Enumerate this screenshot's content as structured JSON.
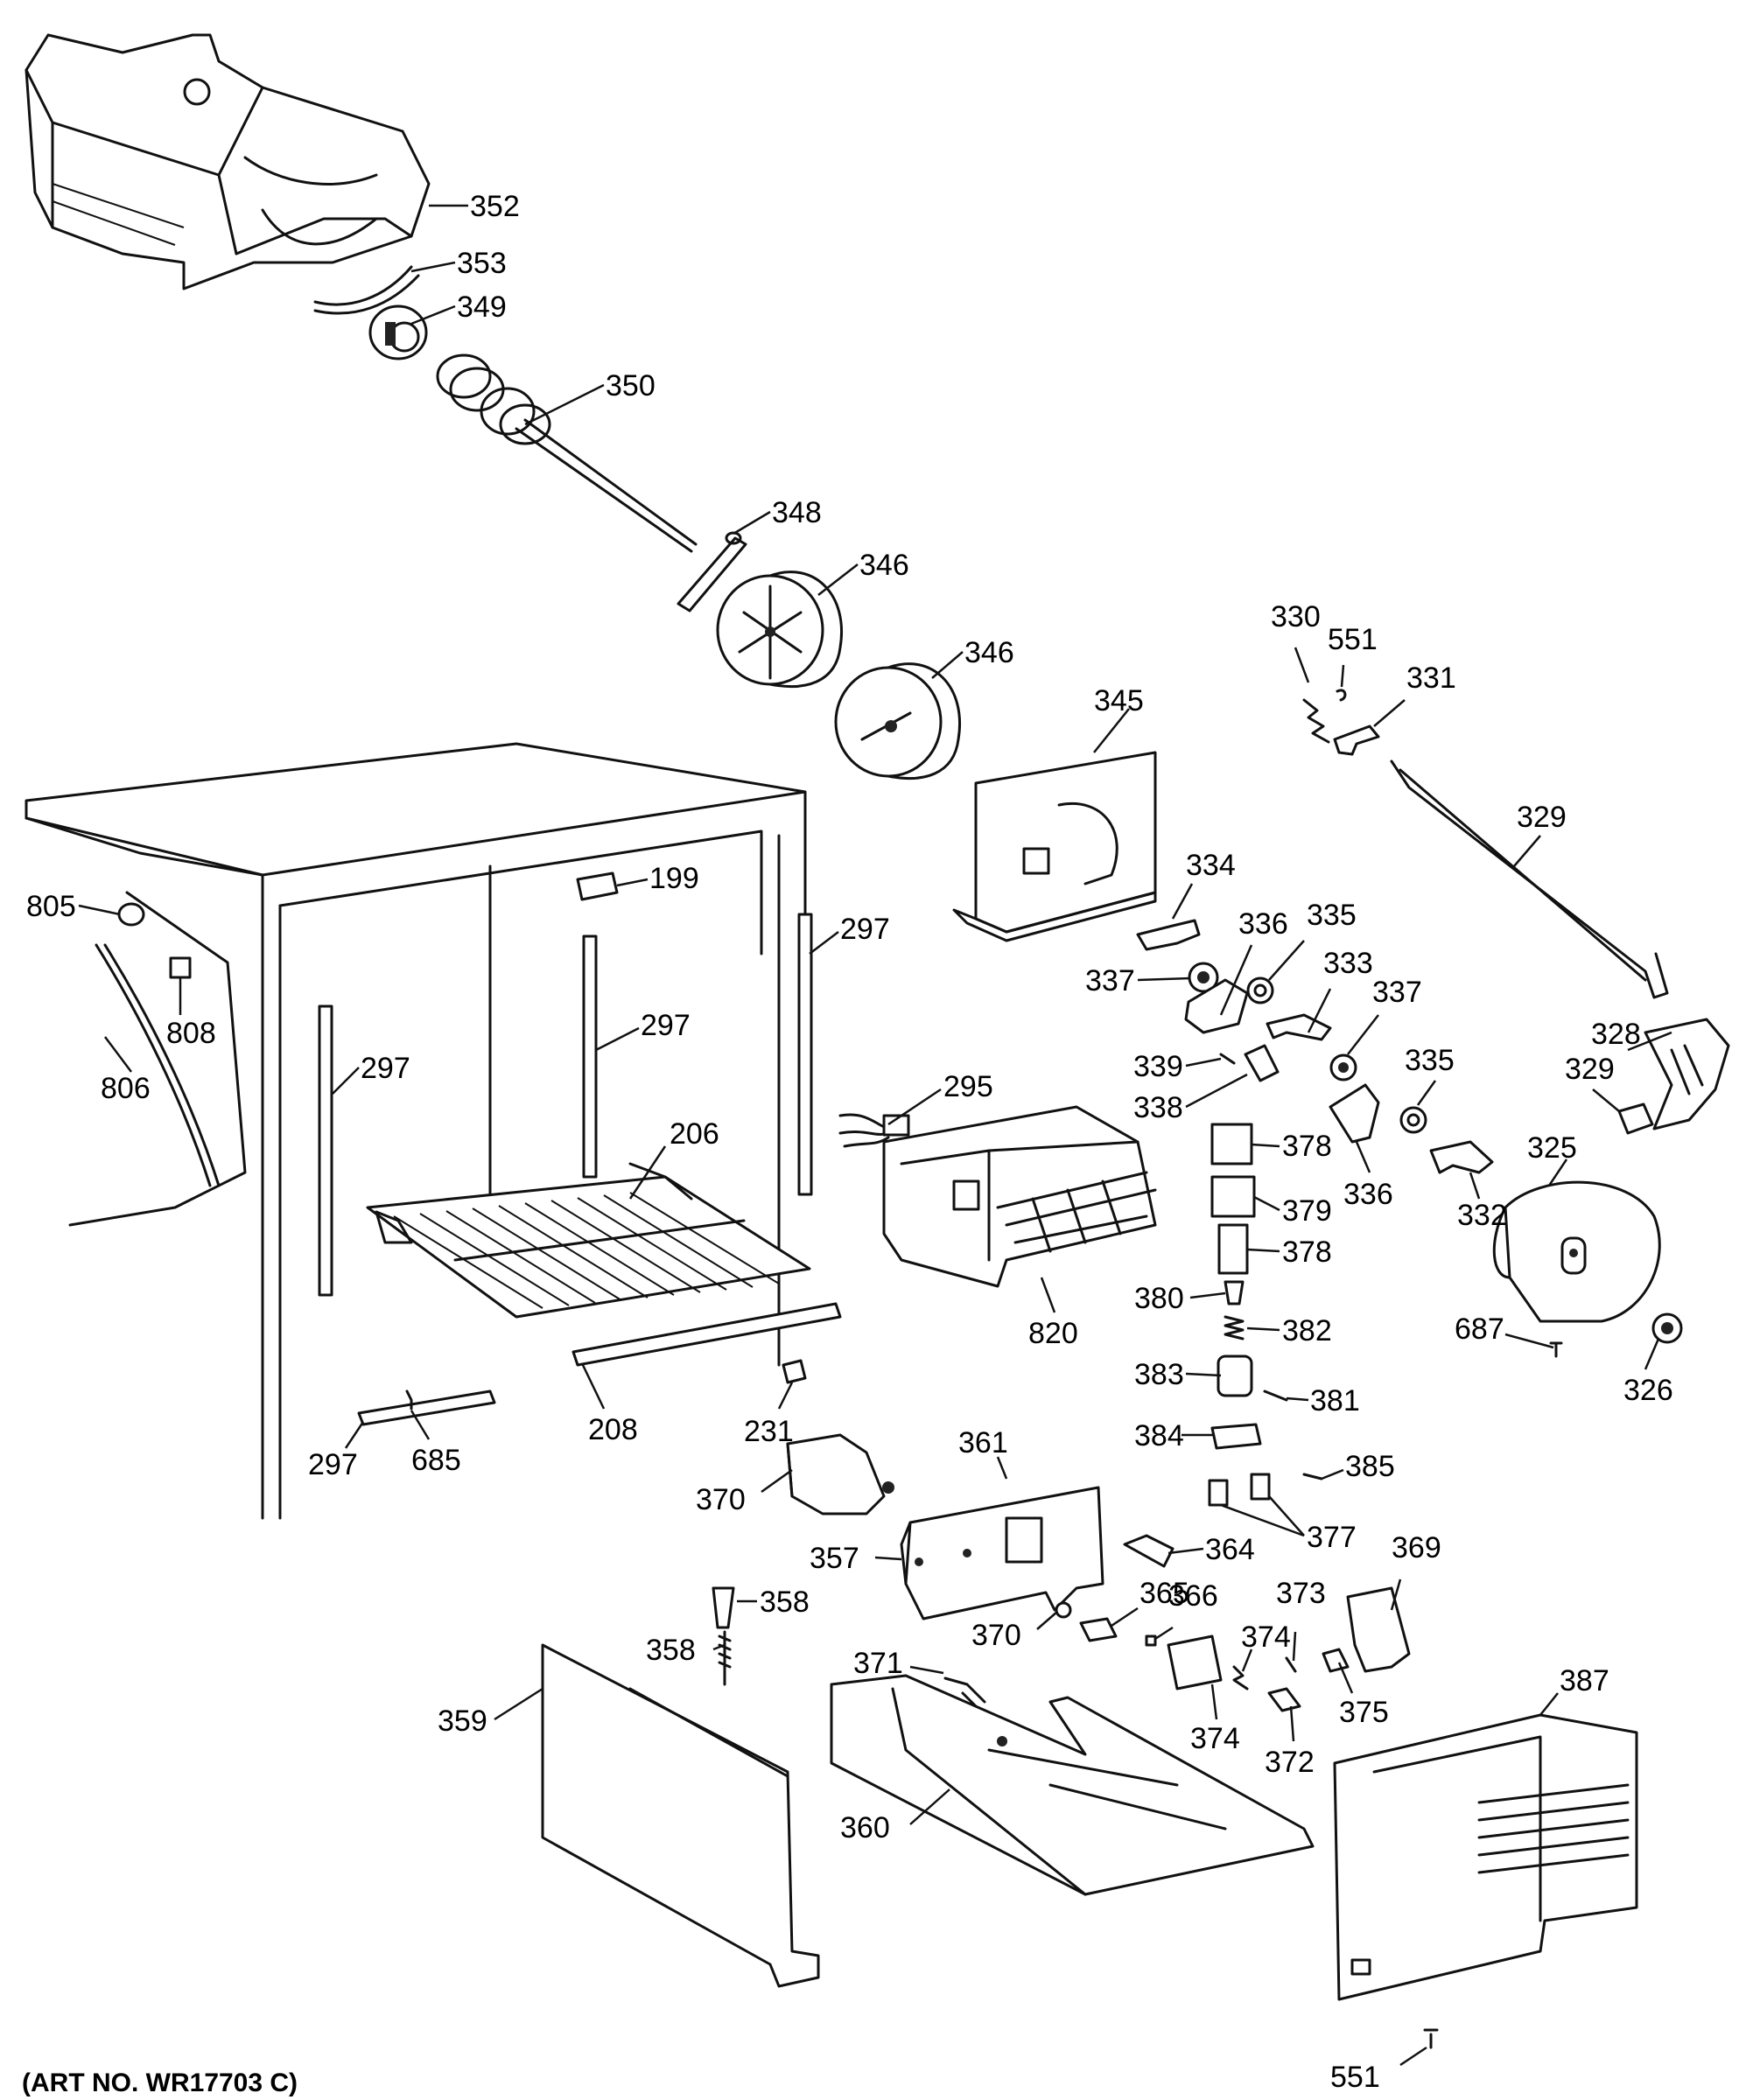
{
  "art_number": "(ART NO. WR17703 C)",
  "callouts": [
    {
      "id": "352",
      "label": "352"
    },
    {
      "id": "353",
      "label": "353"
    },
    {
      "id": "349",
      "label": "349"
    },
    {
      "id": "350",
      "label": "350"
    },
    {
      "id": "348",
      "label": "348"
    },
    {
      "id": "346a",
      "label": "346"
    },
    {
      "id": "346b",
      "label": "346"
    },
    {
      "id": "345",
      "label": "345"
    },
    {
      "id": "330",
      "label": "330"
    },
    {
      "id": "551a",
      "label": "551"
    },
    {
      "id": "331",
      "label": "331"
    },
    {
      "id": "329a",
      "label": "329"
    },
    {
      "id": "334",
      "label": "334"
    },
    {
      "id": "336a",
      "label": "336"
    },
    {
      "id": "335a",
      "label": "335"
    },
    {
      "id": "337a",
      "label": "337"
    },
    {
      "id": "333",
      "label": "333"
    },
    {
      "id": "337b",
      "label": "337"
    },
    {
      "id": "328",
      "label": "328"
    },
    {
      "id": "339",
      "label": "339"
    },
    {
      "id": "338",
      "label": "338"
    },
    {
      "id": "335b",
      "label": "335"
    },
    {
      "id": "329b",
      "label": "329"
    },
    {
      "id": "378a",
      "label": "378"
    },
    {
      "id": "336b",
      "label": "336"
    },
    {
      "id": "332",
      "label": "332"
    },
    {
      "id": "325",
      "label": "325"
    },
    {
      "id": "379",
      "label": "379"
    },
    {
      "id": "378b",
      "label": "378"
    },
    {
      "id": "380",
      "label": "380"
    },
    {
      "id": "382",
      "label": "382"
    },
    {
      "id": "687",
      "label": "687"
    },
    {
      "id": "326",
      "label": "326"
    },
    {
      "id": "383",
      "label": "383"
    },
    {
      "id": "381",
      "label": "381"
    },
    {
      "id": "384",
      "label": "384"
    },
    {
      "id": "385",
      "label": "385"
    },
    {
      "id": "377",
      "label": "377"
    },
    {
      "id": "369",
      "label": "369"
    },
    {
      "id": "364",
      "label": "364"
    },
    {
      "id": "365",
      "label": "365"
    },
    {
      "id": "366",
      "label": "366"
    },
    {
      "id": "373",
      "label": "373"
    },
    {
      "id": "374a",
      "label": "374"
    },
    {
      "id": "375",
      "label": "375"
    },
    {
      "id": "374b",
      "label": "374"
    },
    {
      "id": "372",
      "label": "372"
    },
    {
      "id": "387",
      "label": "387"
    },
    {
      "id": "551b",
      "label": "551"
    },
    {
      "id": "199",
      "label": "199"
    },
    {
      "id": "297a",
      "label": "297"
    },
    {
      "id": "805",
      "label": "805"
    },
    {
      "id": "808",
      "label": "808"
    },
    {
      "id": "806",
      "label": "806"
    },
    {
      "id": "297b",
      "label": "297"
    },
    {
      "id": "297c",
      "label": "297"
    },
    {
      "id": "295",
      "label": "295"
    },
    {
      "id": "206",
      "label": "206"
    },
    {
      "id": "820",
      "label": "820"
    },
    {
      "id": "297d",
      "label": "297"
    },
    {
      "id": "685",
      "label": "685"
    },
    {
      "id": "208",
      "label": "208"
    },
    {
      "id": "231",
      "label": "231"
    },
    {
      "id": "361",
      "label": "361"
    },
    {
      "id": "370a",
      "label": "370"
    },
    {
      "id": "357",
      "label": "357"
    },
    {
      "id": "358a",
      "label": "358"
    },
    {
      "id": "358b",
      "label": "358"
    },
    {
      "id": "370b",
      "label": "370"
    },
    {
      "id": "371",
      "label": "371"
    },
    {
      "id": "359",
      "label": "359"
    },
    {
      "id": "360",
      "label": "360"
    }
  ]
}
